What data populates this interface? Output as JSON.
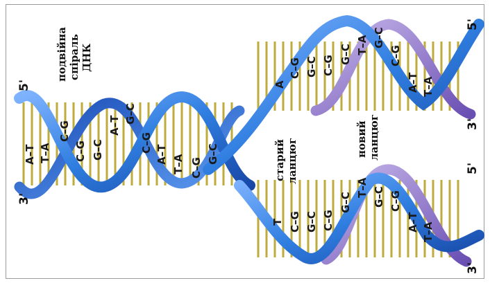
{
  "labels": {
    "double_helix_title": [
      "подвійна",
      "спіраль",
      "ДНК"
    ],
    "old_strand": [
      "старий",
      "ланцюг"
    ],
    "new_strand": [
      "новий",
      "ланцюг"
    ]
  },
  "end_labels": {
    "left_top": "5'",
    "left_bottom": "3'",
    "upper_right_top": "5'",
    "upper_right_bottom": "3'",
    "lower_right_top": "5'",
    "lower_right_bottom": "3'"
  },
  "base_pairs": {
    "parent": [
      "A–T",
      "T–A",
      "C–G",
      "C–G",
      "G–C",
      "A–T",
      "G–C",
      "C–G",
      "A–T",
      "T–A",
      "C–G",
      "G–C"
    ],
    "upper_branch": [
      "A",
      "C–G",
      "G–C",
      "C–G",
      "G–C",
      "T–A",
      "G–C",
      "C–G",
      "A–T",
      "T–A"
    ],
    "lower_branch": [
      "T",
      "C–G",
      "G–C",
      "C–G",
      "G–C",
      "T–A",
      "G–C",
      "C–G",
      "A–T",
      "T–A"
    ]
  },
  "colors": {
    "old_strand": "#2f7ee0",
    "old_strand_dark": "#1747a6",
    "new_strand": "#9a84cf",
    "new_strand_dark": "#6a4fb3",
    "rung": "#b9a227"
  }
}
